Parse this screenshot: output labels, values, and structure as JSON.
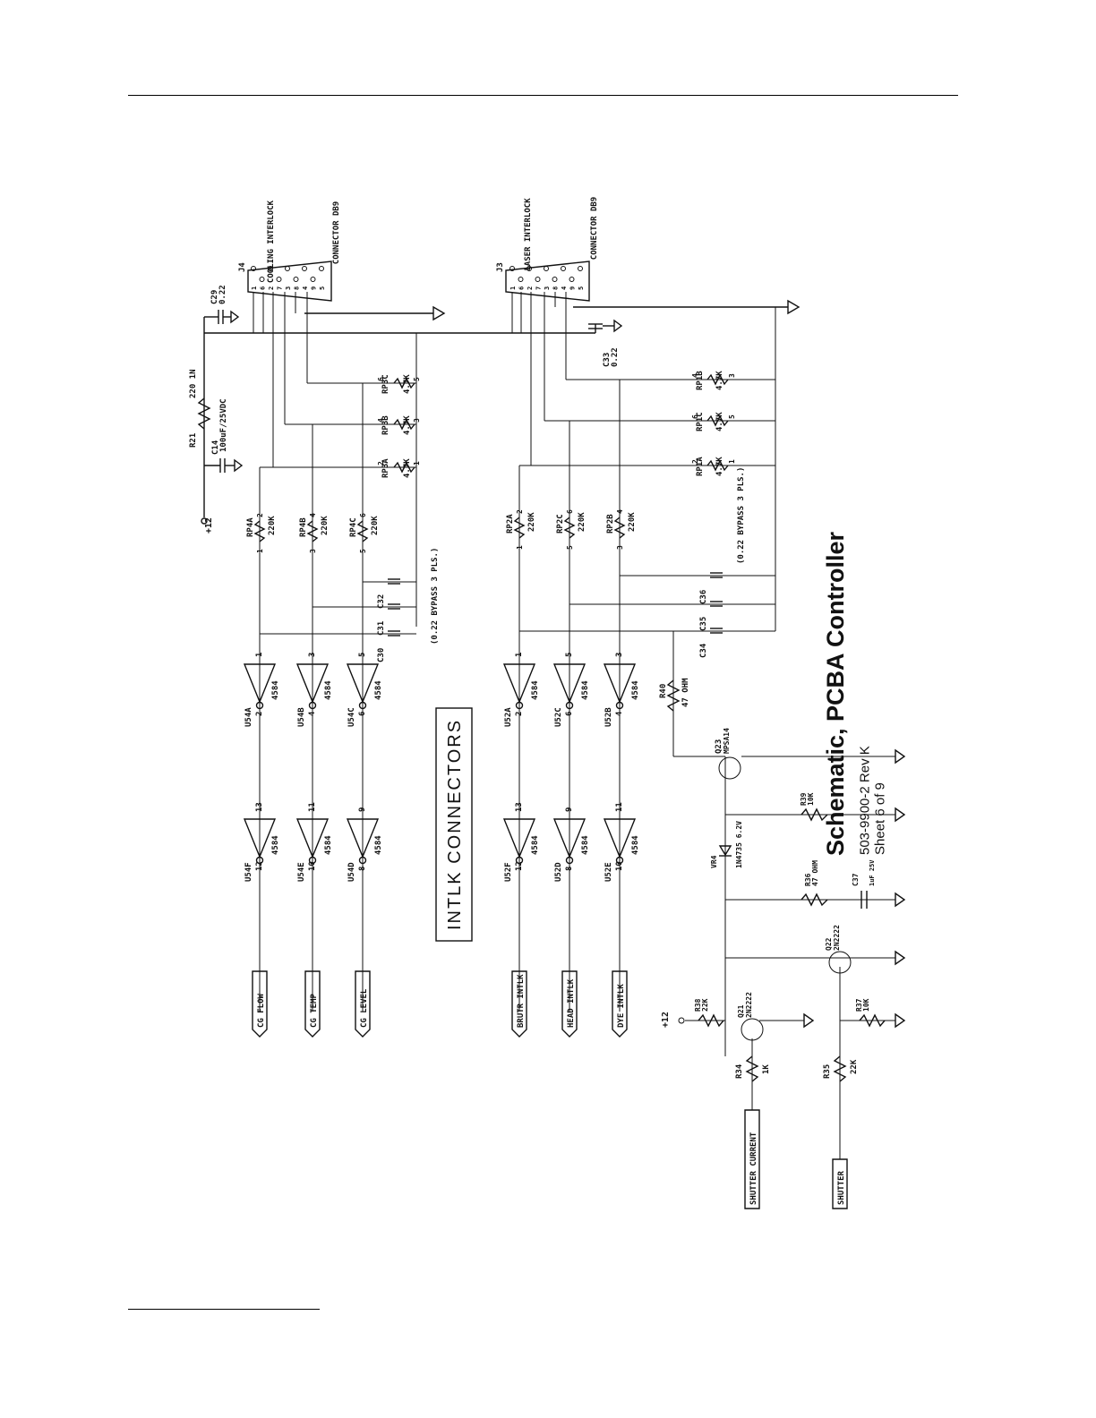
{
  "title": {
    "main": "Schematic, PCBA Controller",
    "doc_number": "503-9900-2 Rev K",
    "sheet": "Sheet 6 of 9"
  },
  "section_box": "INTLK  CONNECTORS",
  "connectors": {
    "j4": {
      "ref": "J4",
      "name": "COOLING INTERLOCK",
      "type": "CONNECTOR DB9",
      "pins": [
        "1",
        "6",
        "2",
        "7",
        "3",
        "8",
        "4",
        "9",
        "5"
      ]
    },
    "j3": {
      "ref": "J3",
      "name": "LASER INTERLOCK",
      "type": "CONNECTOR DB9",
      "pins": [
        "1",
        "6",
        "2",
        "7",
        "3",
        "8",
        "4",
        "9",
        "5"
      ]
    }
  },
  "power": {
    "v12_top": "+12",
    "r21_ref": "R21",
    "r21_val": "220 1N",
    "c14_ref": "C14",
    "c14_val": "100uF/25VDC",
    "c29_ref": "C29",
    "c29_val": "0.22",
    "c33_ref": "C33",
    "c33_val": "0.22"
  },
  "pullups_top": [
    {
      "ref": "RP3A",
      "val": "4.7K",
      "pins": [
        "2",
        "1"
      ]
    },
    {
      "ref": "RP3B",
      "val": "4.7K",
      "pins": [
        "4",
        "3"
      ]
    },
    {
      "ref": "RP3C",
      "val": "4.7K",
      "pins": [
        "6",
        "5"
      ]
    }
  ],
  "pullups_bottom": [
    {
      "ref": "RP1A",
      "val": "4.7K",
      "pins": [
        "2",
        "1"
      ]
    },
    {
      "ref": "RP1C",
      "val": "4.7K",
      "pins": [
        "6",
        "5"
      ]
    },
    {
      "ref": "RP1B",
      "val": "4.7K",
      "pins": [
        "4",
        "3"
      ]
    }
  ],
  "series_top": [
    {
      "ref": "RP4A",
      "val": "220K",
      "pins": [
        "1",
        "2"
      ]
    },
    {
      "ref": "RP4B",
      "val": "220K",
      "pins": [
        "3",
        "4"
      ]
    },
    {
      "ref": "RP4C",
      "val": "220K",
      "pins": [
        "5",
        "6"
      ]
    }
  ],
  "series_bottom": [
    {
      "ref": "RP2A",
      "val": "220K",
      "pins": [
        "1",
        "2"
      ]
    },
    {
      "ref": "RP2C",
      "val": "220K",
      "pins": [
        "5",
        "6"
      ]
    },
    {
      "ref": "RP2B",
      "val": "220K",
      "pins": [
        "3",
        "4"
      ]
    }
  ],
  "bypass_top": {
    "caps": [
      "C30",
      "C31",
      "C32"
    ],
    "note": "(0.22 BYPASS 3 PLS.)"
  },
  "bypass_bottom": {
    "caps": [
      "C34",
      "C35",
      "C36"
    ],
    "note": "(0.22 BYPASS 3 PLS.)"
  },
  "inverters_stage1": [
    {
      "ref": "U54A",
      "part": "4584",
      "in": "1",
      "out": "2"
    },
    {
      "ref": "U54B",
      "part": "4584",
      "in": "3",
      "out": "4"
    },
    {
      "ref": "U54C",
      "part": "4584",
      "in": "5",
      "out": "6"
    },
    {
      "ref": "U52A",
      "part": "4584",
      "in": "1",
      "out": "2"
    },
    {
      "ref": "U52C",
      "part": "4584",
      "in": "5",
      "out": "6"
    },
    {
      "ref": "U52B",
      "part": "4584",
      "in": "3",
      "out": "4"
    }
  ],
  "inverters_stage2": [
    {
      "ref": "U54F",
      "part": "4584",
      "in": "13",
      "out": "12"
    },
    {
      "ref": "U54E",
      "part": "4584",
      "in": "11",
      "out": "10"
    },
    {
      "ref": "U54D",
      "part": "4584",
      "in": "9",
      "out": "8"
    },
    {
      "ref": "U52F",
      "part": "4584",
      "in": "13",
      "out": "12"
    },
    {
      "ref": "U52D",
      "part": "4584",
      "in": "9",
      "out": "8"
    },
    {
      "ref": "U52E",
      "part": "4584",
      "in": "11",
      "out": "10"
    }
  ],
  "outputs": [
    "CG FLOW",
    "CG TEMP",
    "CG LEVEL",
    "BRUTR INTLK",
    "HEAD INTLK",
    "DYE INTLK"
  ],
  "shutter": {
    "r40_ref": "R40",
    "r40_val": "47 OHM",
    "q23_ref": "Q23",
    "q23_val": "MPSA14",
    "r39_ref": "R39",
    "r39_val": "10K",
    "vr4_ref": "VR4",
    "vr4_val": "1N4735 6.2V",
    "r36_ref": "R36",
    "r36_val": "47 OHM",
    "c37_ref": "C37",
    "c37_val": "1uF 25V",
    "q22_ref": "Q22",
    "q22_val": "2N2222",
    "r38_ref": "R38",
    "r38_val": "22K",
    "q21_ref": "Q21",
    "q21_val": "2N2222",
    "r37_ref": "R37",
    "r37_val": "10K",
    "r34_ref": "R34",
    "r34_val": "1K",
    "r35_ref": "R35",
    "r35_val": "22K",
    "v12": "+12",
    "in1": "SHUTTER CURRENT",
    "in2": "SHUTTER"
  }
}
